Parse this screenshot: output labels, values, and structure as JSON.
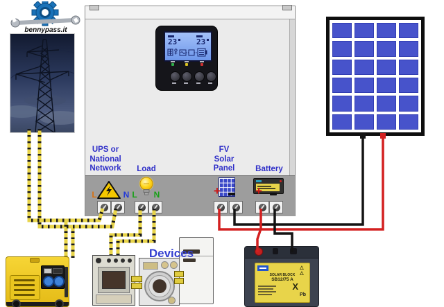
{
  "logo": {
    "text": "bennypass.it"
  },
  "inverter": {
    "lcd": {
      "left_value": "23",
      "right_value": "23"
    },
    "labels": {
      "grid": [
        "UPS or",
        "National",
        "Network"
      ],
      "load": "Load",
      "solar": [
        "FV",
        "Solar",
        "Panel"
      ],
      "battery": "Battery"
    },
    "terminals": {
      "grid_l": "L",
      "grid_n": "N",
      "load_l": "L",
      "load_n": "N",
      "solar_plus": "+",
      "solar_minus": "-",
      "battery_plus": "+",
      "battery_minus": "-"
    }
  },
  "devices": {
    "label": "Devices"
  },
  "battery": {
    "line1": "SOLAR BLOCK",
    "line2": "SB12/75 A",
    "pb": "Pb"
  },
  "colors": {
    "label_blue": "#2e2ec8",
    "wire_yellow": "#e8d44a",
    "wire_red": "#d32020",
    "wire_black": "#141414",
    "solar_cell_blue": "#4753cb",
    "generator_yellow": "#f0c820",
    "lcd_blue": "#86aef5"
  }
}
